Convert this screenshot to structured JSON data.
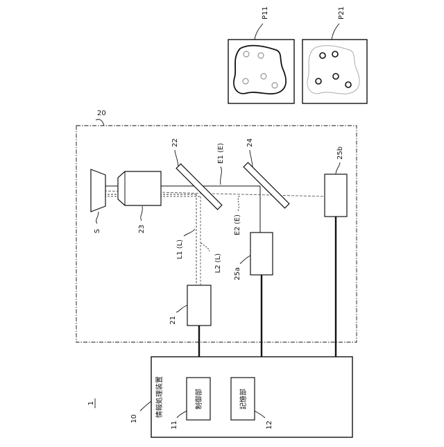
{
  "figure": {
    "system_ref": "1",
    "device_ref": "10",
    "device_title": "情報処理装置",
    "controller": {
      "ref": "11",
      "label": "制御部"
    },
    "storage": {
      "ref": "12",
      "label": "記憶部"
    },
    "microscope_ref": "20",
    "light_source_ref": "21",
    "mirror1_ref": "22",
    "objective_ref": "23",
    "mirror2_ref": "24",
    "detector_a_ref": "25a",
    "detector_b_ref": "25b",
    "sample_ref": "S",
    "beam_L1": "L1 (L)",
    "beam_L2": "L2 (L)",
    "beam_E1": "E1 (E)",
    "beam_E2": "E2 (E)",
    "image_P11": "P11",
    "image_P21": "P21"
  }
}
